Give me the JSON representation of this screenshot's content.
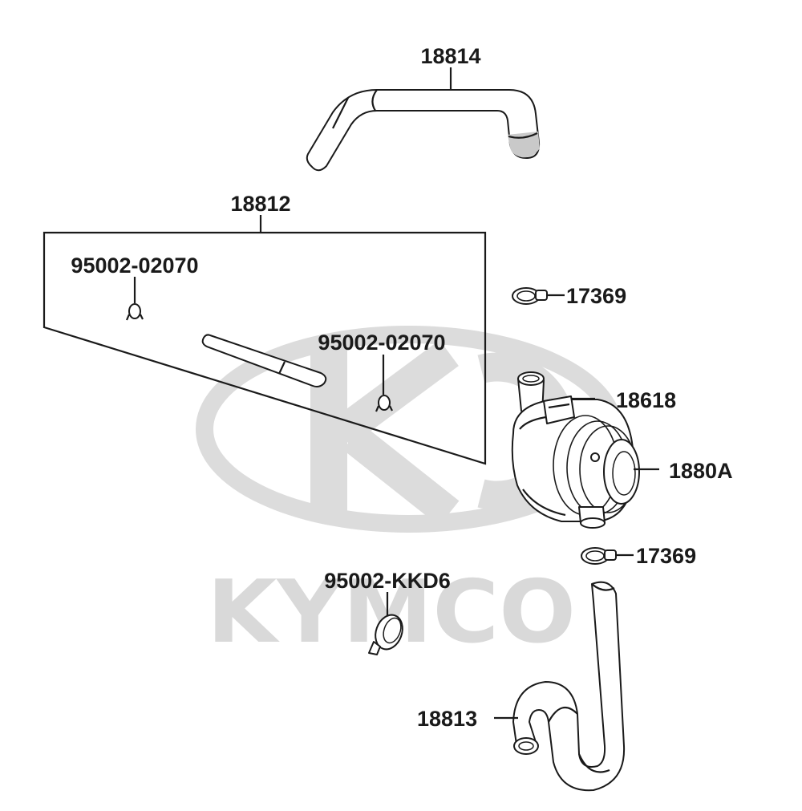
{
  "watermark": {
    "brand": "KYMCO"
  },
  "colors": {
    "line": "#1a1a1a",
    "watermark": "#d9d9d9",
    "shade": "#c9c9c9",
    "background": "#ffffff"
  },
  "labels": {
    "hose_top": "18814",
    "kit_box": "18812",
    "clip_kit_1": "95002-02070",
    "clip_kit_2": "95002-02070",
    "clamp_top": "17369",
    "valve_cover": "18618",
    "valve_assembly": "1880A",
    "clamp_bottom": "17369",
    "hose_clamp": "95002-KKD6",
    "hose_bottom": "18813"
  }
}
